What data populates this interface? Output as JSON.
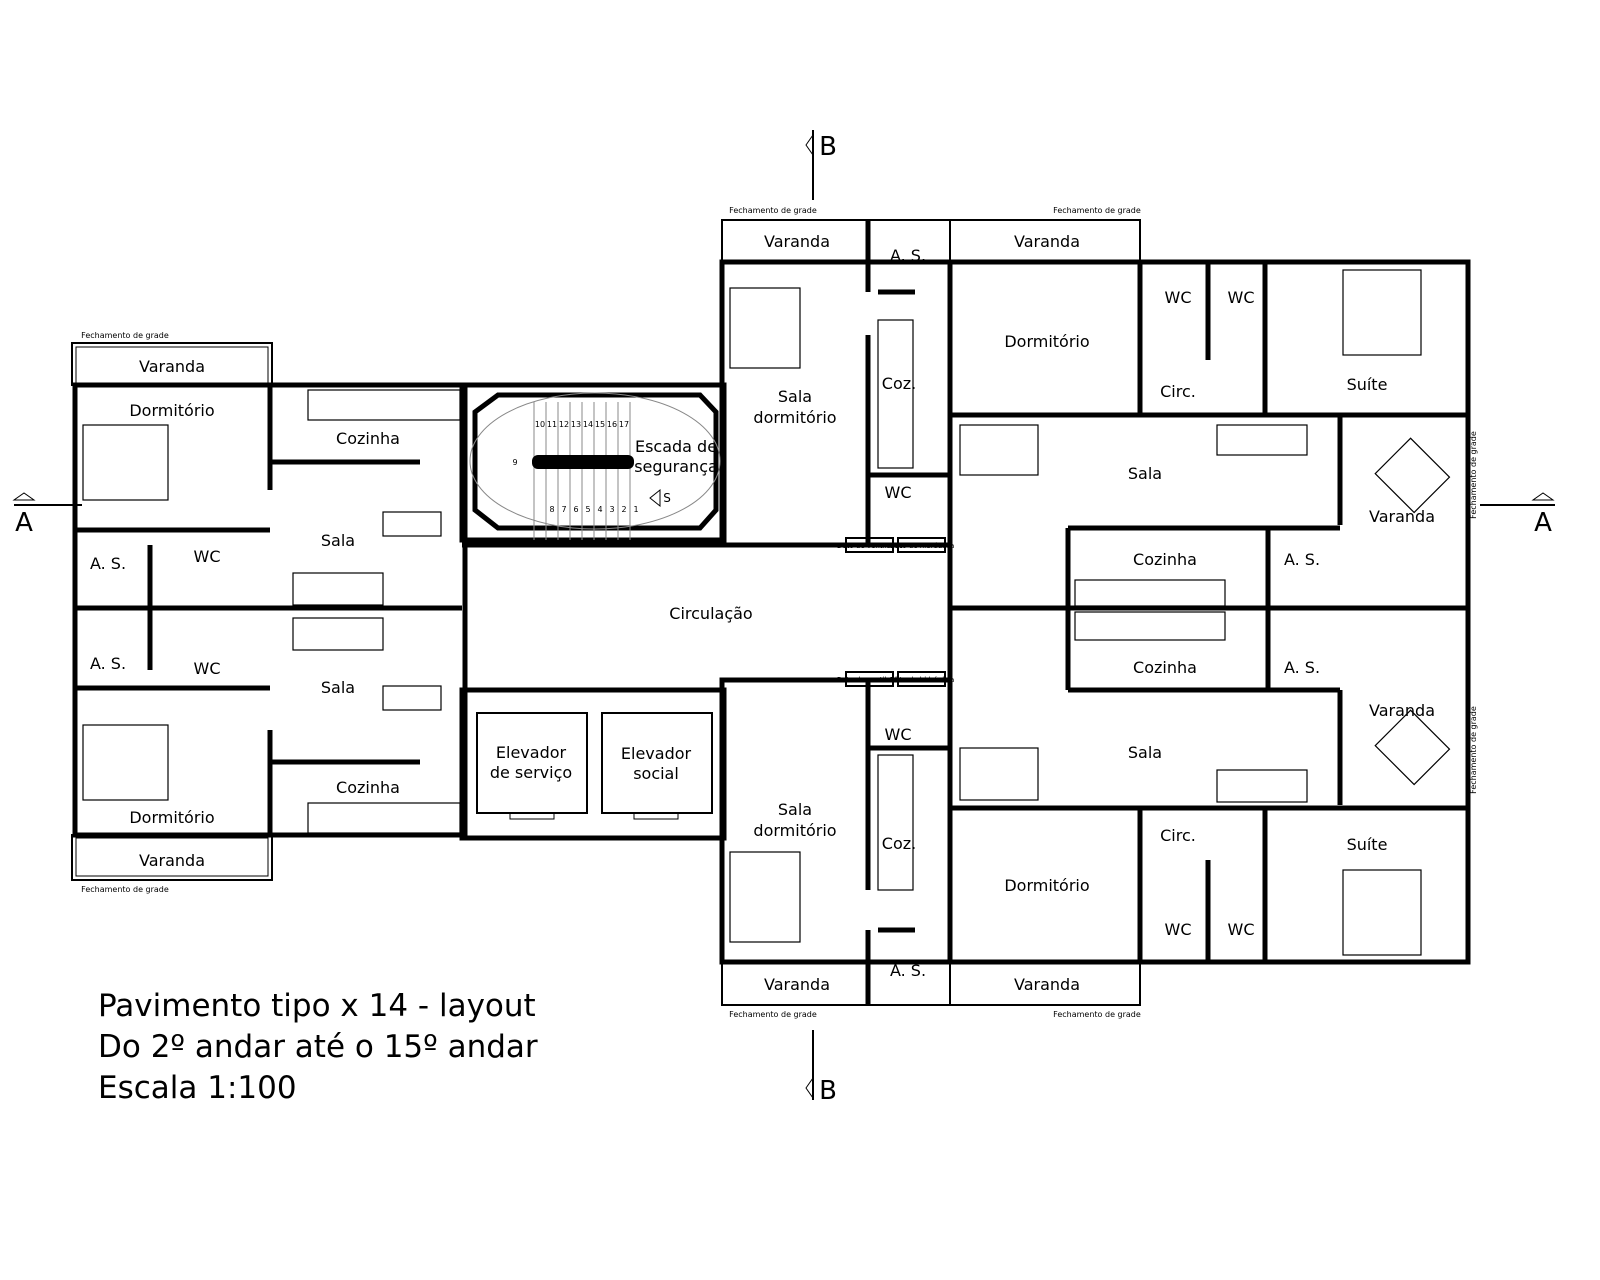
{
  "plan": {
    "title_lines": [
      "Pavimento tipo x 14 - layout",
      "Do 2º andar até o 15º andar",
      "Escala 1:100"
    ],
    "section_markers": {
      "b_top": "B",
      "b_bottom": "B",
      "a_left": "A",
      "a_right": "A"
    },
    "grade_label": "Fechamento de grade",
    "duct_labels": {
      "ventilation": "Duto de ventilação",
      "hydraulic": "Duto de hidráulica"
    },
    "stair_numbers": [
      "1",
      "2",
      "3",
      "4",
      "5",
      "6",
      "7",
      "8",
      "9",
      "10",
      "11",
      "12",
      "13",
      "14",
      "15",
      "16",
      "17"
    ],
    "stair_direction": "S",
    "core": {
      "stair": [
        "Escada de",
        "segurança"
      ],
      "circulation": "Circulação",
      "service_elevator": [
        "Elevador",
        "de serviço"
      ],
      "social_elevator": [
        "Elevador",
        "social"
      ]
    },
    "left_upper": {
      "varanda": "Varanda",
      "dormitorio": "Dormitório",
      "cozinha": "Cozinha",
      "sala": "Sala",
      "as": "A. S.",
      "wc": "WC"
    },
    "left_lower": {
      "varanda": "Varanda",
      "dormitorio": "Dormitório",
      "cozinha": "Cozinha",
      "sala": "Sala",
      "as": "A. S.",
      "wc": "WC"
    },
    "mid_upper": {
      "varanda": "Varanda",
      "as": "A. S.",
      "coz": "Coz.",
      "sala": [
        "Sala",
        "dormitório"
      ],
      "wc": "WC"
    },
    "mid_lower": {
      "varanda": "Varanda",
      "as": "A. S.",
      "coz": "Coz.",
      "sala": [
        "Sala",
        "dormitório"
      ],
      "wc": "WC"
    },
    "right_upper": {
      "varanda_top": "Varanda",
      "dormitorio": "Dormitório",
      "wc1": "WC",
      "wc2": "WC",
      "circ": "Circ.",
      "suite": "Suíte",
      "sala": "Sala",
      "varanda_side": "Varanda",
      "cozinha": "Cozinha",
      "as": "A. S."
    },
    "right_lower": {
      "varanda_bottom": "Varanda",
      "dormitorio": "Dormitório",
      "wc1": "WC",
      "wc2": "WC",
      "circ": "Circ.",
      "suite": "Suíte",
      "sala": "Sala",
      "varanda_side": "Varanda",
      "cozinha": "Cozinha",
      "as": "A. S."
    }
  }
}
